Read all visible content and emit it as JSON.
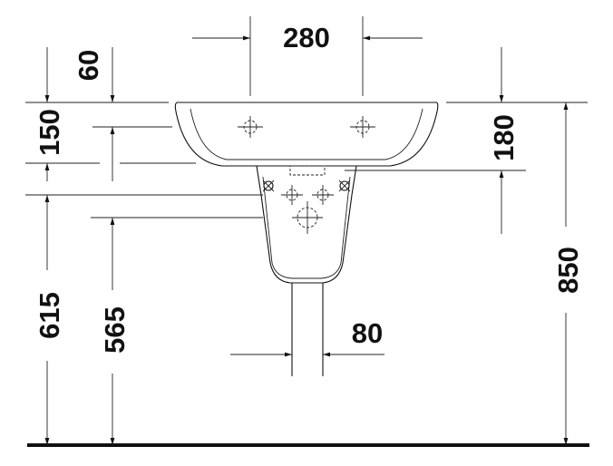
{
  "drawing": {
    "dimensions": {
      "tap_hole_spacing": "280",
      "overflow_depth": "60",
      "basin_front_height": "150",
      "basin_total_height": "180",
      "waste_outlet_height": "615",
      "trap_height": "565",
      "pedestal_width": "80",
      "rim_height": "850"
    },
    "colors": {
      "ink": "#111111",
      "background": "#ffffff"
    }
  }
}
